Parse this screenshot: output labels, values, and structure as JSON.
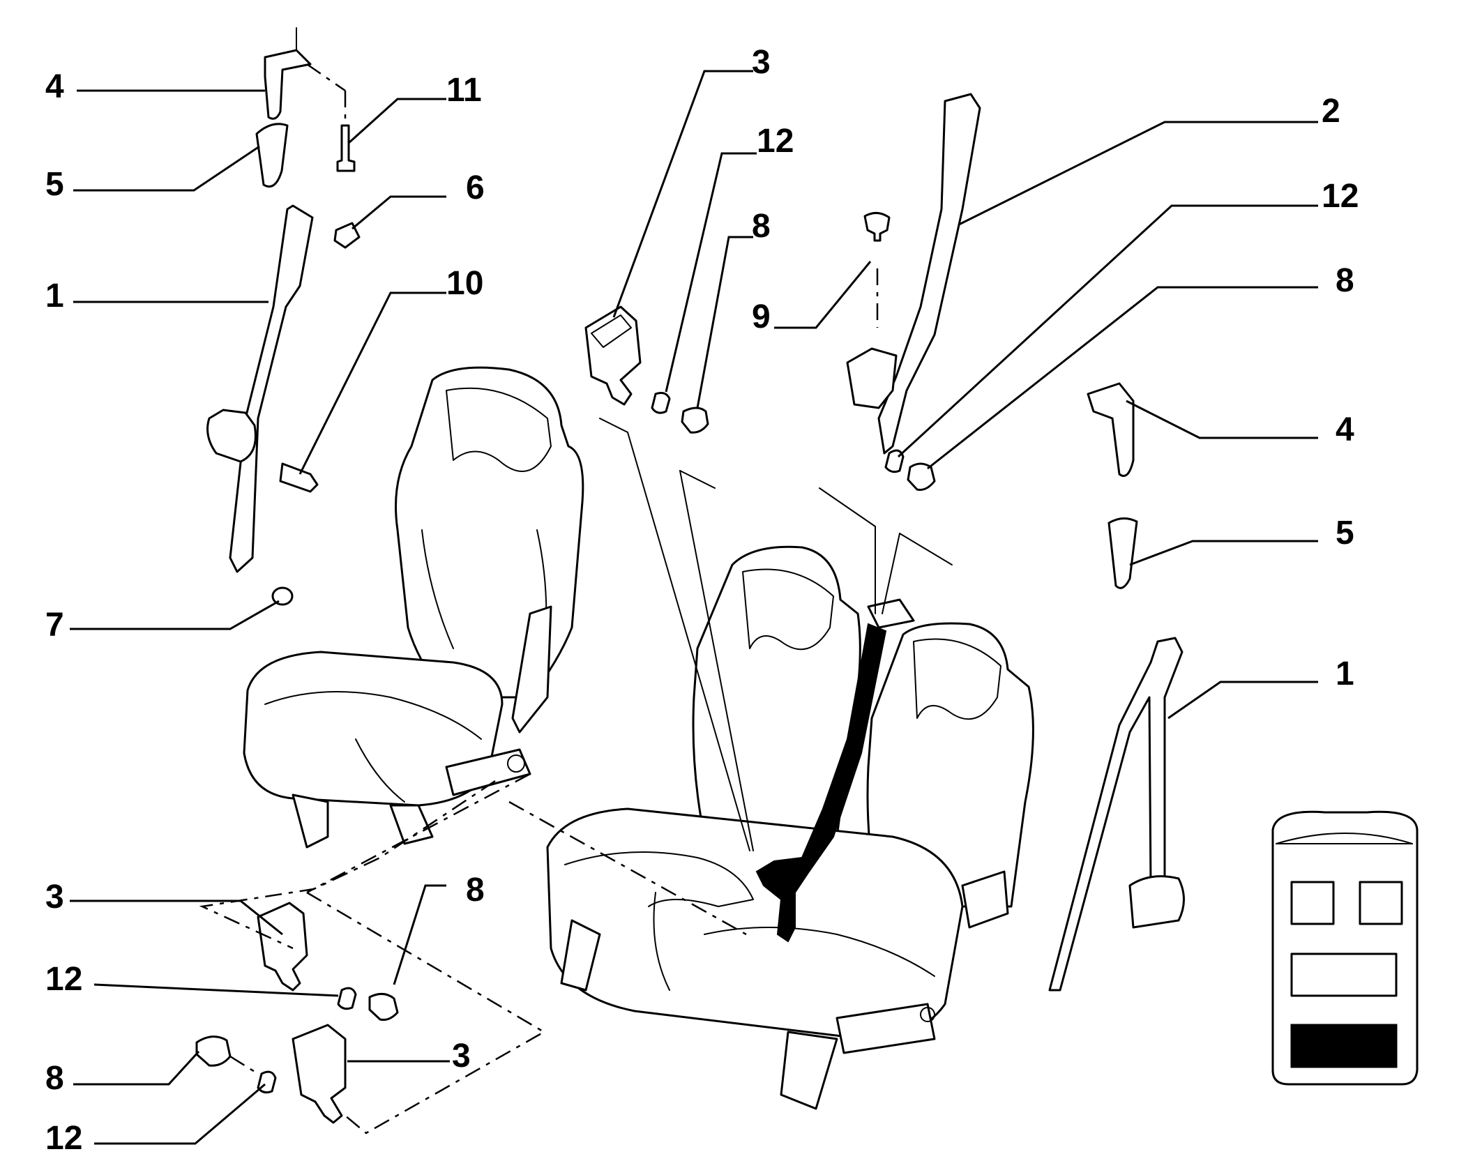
{
  "diagram": {
    "callouts": [
      {
        "id": "c-4-left",
        "label": "4"
      },
      {
        "id": "c-11",
        "label": "11"
      },
      {
        "id": "c-5-left",
        "label": "5"
      },
      {
        "id": "c-6",
        "label": "6"
      },
      {
        "id": "c-1-left",
        "label": "1"
      },
      {
        "id": "c-10",
        "label": "10"
      },
      {
        "id": "c-7",
        "label": "7"
      },
      {
        "id": "c-3-top",
        "label": "3"
      },
      {
        "id": "c-12-top",
        "label": "12"
      },
      {
        "id": "c-8-top",
        "label": "8"
      },
      {
        "id": "c-9",
        "label": "9"
      },
      {
        "id": "c-2",
        "label": "2"
      },
      {
        "id": "c-12-right",
        "label": "12"
      },
      {
        "id": "c-8-right",
        "label": "8"
      },
      {
        "id": "c-4-right",
        "label": "4"
      },
      {
        "id": "c-5-right",
        "label": "5"
      },
      {
        "id": "c-1-right",
        "label": "1"
      },
      {
        "id": "c-3-bl",
        "label": "3"
      },
      {
        "id": "c-8-bl",
        "label": "8"
      },
      {
        "id": "c-12-bl",
        "label": "12"
      },
      {
        "id": "c-3-br",
        "label": "3"
      },
      {
        "id": "c-8-bottom",
        "label": "8"
      },
      {
        "id": "c-12-bottom",
        "label": "12"
      }
    ],
    "locator": {
      "highlight_color": "#000000"
    }
  }
}
